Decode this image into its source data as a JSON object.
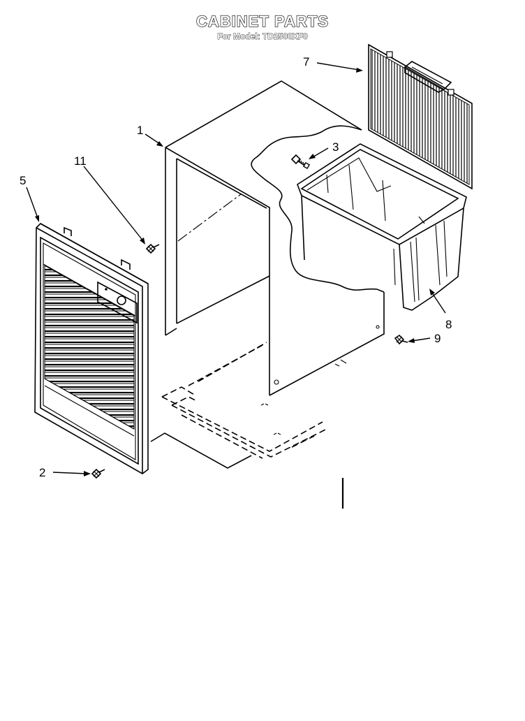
{
  "header": {
    "title": "CABINET PARTS",
    "subtitle": "For Model: TD2500XF0"
  },
  "callouts": [
    {
      "id": "1",
      "label": "1"
    },
    {
      "id": "2",
      "label": "2"
    },
    {
      "id": "3",
      "label": "3"
    },
    {
      "id": "5",
      "label": "5"
    },
    {
      "id": "7",
      "label": "7"
    },
    {
      "id": "8",
      "label": "8"
    },
    {
      "id": "9",
      "label": "9"
    },
    {
      "id": "11",
      "label": "11"
    }
  ],
  "parts": {
    "cabinet": "cabinet-wrapper",
    "front_panel": "front-grille-panel",
    "top_cover": "top-grille-cover",
    "bucket": "water-bucket",
    "screws": [
      "screw-2",
      "screw-3",
      "screw-9",
      "screw-11"
    ]
  }
}
